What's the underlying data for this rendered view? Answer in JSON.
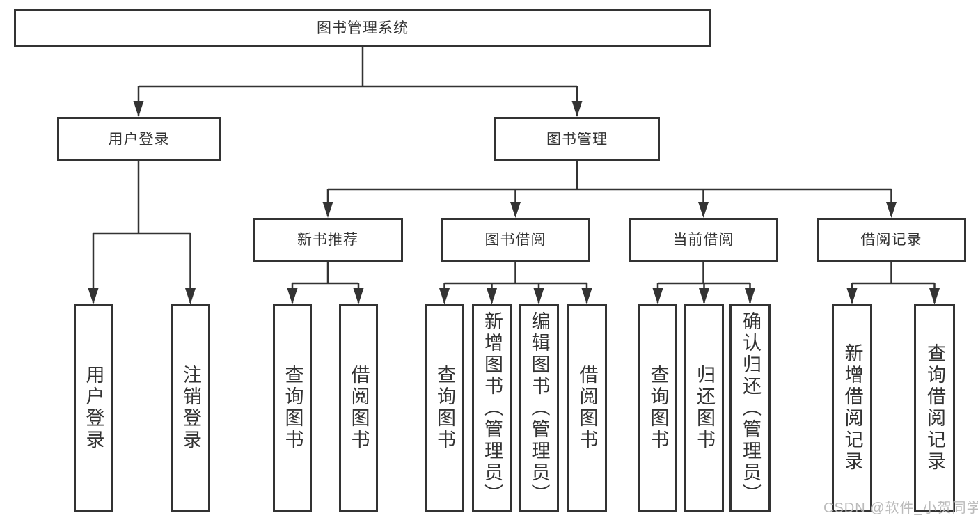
{
  "tree": {
    "root": {
      "label": "图书管理系统"
    },
    "branches": [
      {
        "label": "用户登录",
        "leaves": [
          "用户登录",
          "注销登录"
        ]
      },
      {
        "label": "图书管理",
        "sections": [
          {
            "label": "新书推荐",
            "leaves": [
              "查询图书",
              "借阅图书"
            ]
          },
          {
            "label": "图书借阅",
            "leaves": [
              "查询图书",
              "新增图书（管理员）",
              "编辑图书（管理员）",
              "借阅图书"
            ]
          },
          {
            "label": "当前借阅",
            "leaves": [
              "查询图书",
              "归还图书",
              "确认归还（管理员）"
            ]
          },
          {
            "label": "借阅记录",
            "leaves": [
              "新增借阅记录",
              "查询借阅记录"
            ]
          }
        ]
      }
    ]
  },
  "watermark": "CSDN @软件_小贺同学",
  "colors": {
    "line": "#333333",
    "text": "#333333",
    "watermark": "#b7b7b7",
    "background": "#ffffff"
  }
}
